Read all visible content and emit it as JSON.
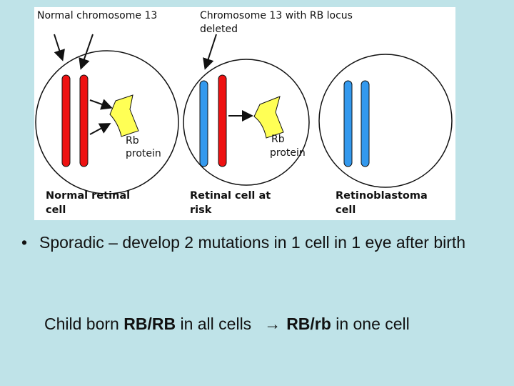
{
  "figure": {
    "top_labels": {
      "left": "Normal chromosome 13",
      "right_line1": "Chromosome 13 with RB locus",
      "right_line2": "deleted"
    },
    "protein_label": {
      "line1": "Rb",
      "line2": "protein"
    },
    "cells": [
      {
        "line1": "Normal retinal",
        "line2": "cell"
      },
      {
        "line1": "Retinal cell at",
        "line2": "risk"
      },
      {
        "line1": "Retinoblastoma",
        "line2": "cell"
      }
    ],
    "colors": {
      "normal_chromosome": "#ee1111",
      "deleted_chromosome": "#3399ee",
      "protein": "#ffff55",
      "background": "#bfe3e8"
    }
  },
  "bullet": {
    "marker": "•",
    "text": "Sporadic – develop 2 mutations in 1 cell in 1 eye after birth"
  },
  "child_line": {
    "prefix": "Child born ",
    "genotype1": "RB/RB",
    "middle": " in all cells",
    "arrow": "→",
    "genotype2": "RB/rb",
    "suffix": " in one cell"
  }
}
